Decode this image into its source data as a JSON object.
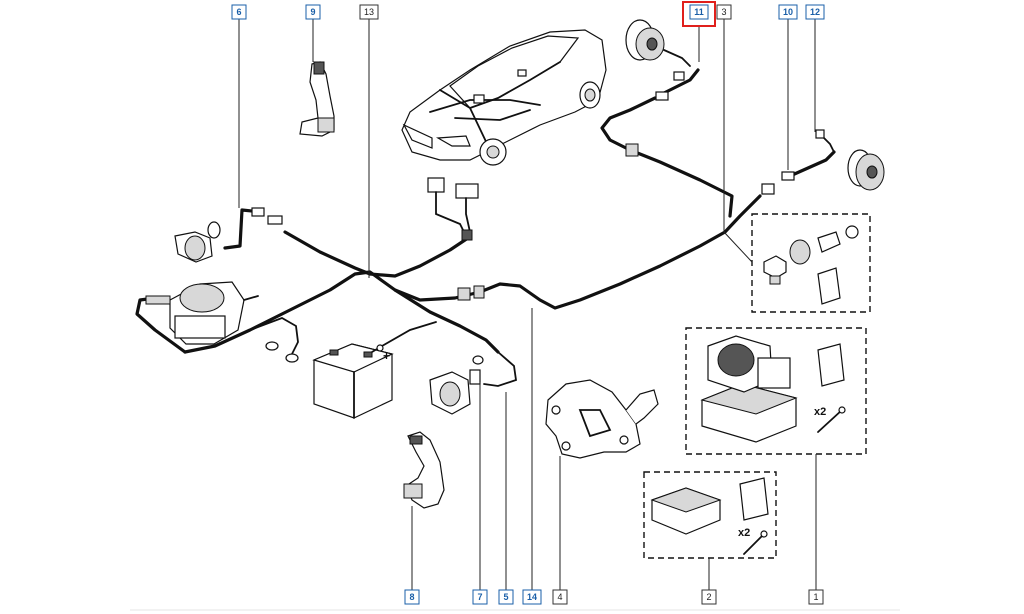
{
  "callouts_top": [
    {
      "id": "c6",
      "label": "6",
      "style": "blue"
    },
    {
      "id": "c9",
      "label": "9",
      "style": "blue"
    },
    {
      "id": "c13",
      "label": "13",
      "style": "plain"
    },
    {
      "id": "c11",
      "label": "11",
      "style": "blue",
      "highlighted": true
    },
    {
      "id": "c3",
      "label": "3",
      "style": "plain"
    },
    {
      "id": "c10",
      "label": "10",
      "style": "blue"
    },
    {
      "id": "c12",
      "label": "12",
      "style": "blue"
    }
  ],
  "callouts_bottom": [
    {
      "id": "c8",
      "label": "8",
      "style": "blue"
    },
    {
      "id": "c7",
      "label": "7",
      "style": "blue"
    },
    {
      "id": "c5",
      "label": "5",
      "style": "blue"
    },
    {
      "id": "c14",
      "label": "14",
      "style": "blue"
    },
    {
      "id": "c4",
      "label": "4",
      "style": "plain"
    },
    {
      "id": "c2",
      "label": "2",
      "style": "plain"
    },
    {
      "id": "c1",
      "label": "1",
      "style": "plain"
    }
  ],
  "quantities": {
    "modulator_bolts": "x2",
    "ecu_bolts": "x2"
  },
  "battery_plus": "+",
  "colors": {
    "callout_blue": "#1a5fa8",
    "highlight_red": "#e0201c",
    "line": "#111111"
  }
}
